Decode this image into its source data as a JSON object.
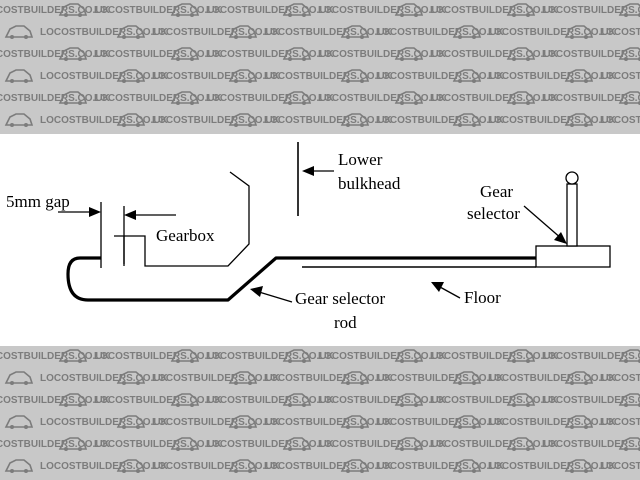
{
  "watermark": {
    "text": "LOCOSTBUILDERS.CO.UK",
    "color": "#7c7c7c"
  },
  "diagram": {
    "labels": {
      "gap": "5mm gap",
      "gearbox": "Gearbox",
      "lower_bulkhead_1": "Lower",
      "lower_bulkhead_2": "bulkhead",
      "gear_selector_1": "Gear",
      "gear_selector_2": "selector",
      "gear_selector_rod_1": "Gear selector",
      "gear_selector_rod_2": "rod",
      "floor": "Floor"
    }
  }
}
